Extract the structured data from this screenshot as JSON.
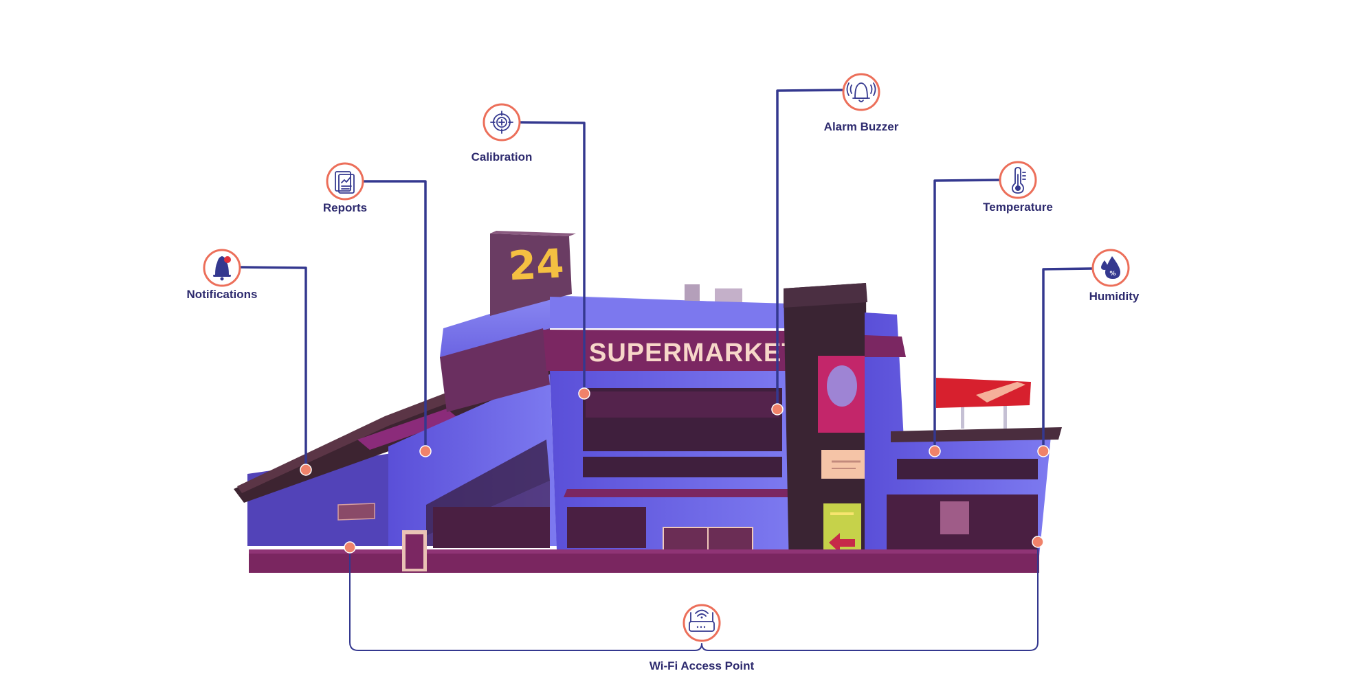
{
  "diagram": {
    "building": {
      "sign": "SUPERMARKET",
      "hours_sign": "24"
    },
    "features": [
      {
        "id": "notifications",
        "label": "Notifications",
        "icon": "bell-icon"
      },
      {
        "id": "reports",
        "label": "Reports",
        "icon": "report-chart-icon"
      },
      {
        "id": "calibration",
        "label": "Calibration",
        "icon": "crosshair-icon"
      },
      {
        "id": "alarm_buzzer",
        "label": "Alarm Buzzer",
        "icon": "alarm-bell-icon"
      },
      {
        "id": "temperature",
        "label": "Temperature",
        "icon": "thermometer-icon"
      },
      {
        "id": "humidity",
        "label": "Humidity",
        "icon": "water-drop-percent-icon"
      },
      {
        "id": "wifi_access_point",
        "label": "Wi-Fi Access Point",
        "icon": "wifi-router-icon"
      }
    ],
    "colors": {
      "line": "#34388f",
      "accent_ring": "#ec6f5a",
      "sensor_dot": "#f0826a",
      "label_text": "#2d2a6e"
    }
  }
}
